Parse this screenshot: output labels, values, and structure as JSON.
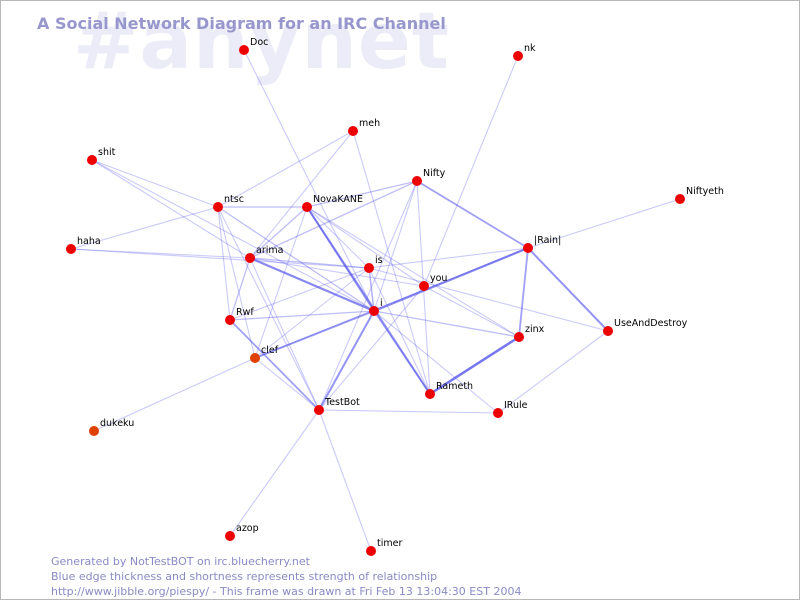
{
  "watermark": "#anynet",
  "title": "A Social Network Diagram for an IRC Channel",
  "footer": {
    "line1": "Generated by NotTestBOT on irc.bluecherry.net",
    "line2": "Blue edge thickness and shortness represents strength of relationship",
    "line3": "http://www.jibble.org/piespy/ - This frame was drawn at Fri Feb 13 13:04:30 EST 2004"
  },
  "colors": {
    "node": "#ee0000",
    "node_faded": "#e04000",
    "edge": "#5555ee",
    "title": "#9797cd",
    "watermark": "#ececf8"
  },
  "nodes": [
    {
      "id": "Doc",
      "label": "Doc"
    },
    {
      "id": "nk",
      "label": "nk"
    },
    {
      "id": "meh",
      "label": "meh"
    },
    {
      "id": "shit",
      "label": "shit"
    },
    {
      "id": "Nifty",
      "label": "Nifty"
    },
    {
      "id": "Niftyeth",
      "label": "Niftyeth"
    },
    {
      "id": "ntsc",
      "label": "ntsc"
    },
    {
      "id": "NovaKANE",
      "label": "NovaKANE"
    },
    {
      "id": "Rain",
      "label": "|Rain|"
    },
    {
      "id": "haha",
      "label": "haha"
    },
    {
      "id": "arima",
      "label": "arima"
    },
    {
      "id": "is",
      "label": "is"
    },
    {
      "id": "you",
      "label": "you"
    },
    {
      "id": "i",
      "label": "i"
    },
    {
      "id": "Rwf",
      "label": "Rwf"
    },
    {
      "id": "UseAndDestroy",
      "label": "UseAndDestroy"
    },
    {
      "id": "zinx",
      "label": "zinx"
    },
    {
      "id": "clef",
      "label": "clef"
    },
    {
      "id": "Rameth",
      "label": "Rameth"
    },
    {
      "id": "TestBot",
      "label": "TestBot"
    },
    {
      "id": "IRule",
      "label": "IRule"
    },
    {
      "id": "dukeku",
      "label": "dukeku"
    },
    {
      "id": "azop",
      "label": "azop"
    },
    {
      "id": "timer",
      "label": "timer"
    }
  ],
  "edges": [
    {
      "a": "Doc",
      "b": "i",
      "w": 1.1
    },
    {
      "a": "nk",
      "b": "you",
      "w": 1.1
    },
    {
      "a": "meh",
      "b": "ntsc",
      "w": 1.1
    },
    {
      "a": "meh",
      "b": "arima",
      "w": 1.1
    },
    {
      "a": "meh",
      "b": "Rameth",
      "w": 1.1
    },
    {
      "a": "shit",
      "b": "ntsc",
      "w": 1.1
    },
    {
      "a": "shit",
      "b": "arima",
      "w": 1.1
    },
    {
      "a": "shit",
      "b": "i",
      "w": 1.1
    },
    {
      "a": "haha",
      "b": "ntsc",
      "w": 1.1
    },
    {
      "a": "haha",
      "b": "is",
      "w": 1.1
    },
    {
      "a": "ntsc",
      "b": "NovaKANE",
      "w": 1.3
    },
    {
      "a": "ntsc",
      "b": "i",
      "w": 1.3
    },
    {
      "a": "ntsc",
      "b": "Rwf",
      "w": 1.1
    },
    {
      "a": "ntsc",
      "b": "TestBot",
      "w": 1.1
    },
    {
      "a": "ntsc",
      "b": "clef",
      "w": 1.1
    },
    {
      "a": "NovaKANE",
      "b": "Nifty",
      "w": 1.3
    },
    {
      "a": "NovaKANE",
      "b": "arima",
      "w": 1.3
    },
    {
      "a": "NovaKANE",
      "b": "is",
      "w": 1.1
    },
    {
      "a": "NovaKANE",
      "b": "i",
      "w": 1.8
    },
    {
      "a": "NovaKANE",
      "b": "Rameth",
      "w": 2.0
    },
    {
      "a": "NovaKANE",
      "b": "clef",
      "w": 1.1
    },
    {
      "a": "NovaKANE",
      "b": "zinx",
      "w": 1.1
    },
    {
      "a": "NovaKANE",
      "b": "you",
      "w": 1.1
    },
    {
      "a": "Nifty",
      "b": "Rain",
      "w": 1.8
    },
    {
      "a": "Nifty",
      "b": "arima",
      "w": 1.3
    },
    {
      "a": "Nifty",
      "b": "TestBot",
      "w": 1.1
    },
    {
      "a": "Nifty",
      "b": "Rameth",
      "w": 1.1
    },
    {
      "a": "Nifty",
      "b": "i",
      "w": 1.1
    },
    {
      "a": "Niftyeth",
      "b": "Rain",
      "w": 1.1
    },
    {
      "a": "Rain",
      "b": "i",
      "w": 2.2
    },
    {
      "a": "Rain",
      "b": "is",
      "w": 1.1
    },
    {
      "a": "Rain",
      "b": "zinx",
      "w": 1.8
    },
    {
      "a": "Rain",
      "b": "UseAndDestroy",
      "w": 2.0
    },
    {
      "a": "Rain",
      "b": "clef",
      "w": 1.3
    },
    {
      "a": "arima",
      "b": "is",
      "w": 1.3
    },
    {
      "a": "arima",
      "b": "i",
      "w": 2.2
    },
    {
      "a": "arima",
      "b": "Rwf",
      "w": 1.3
    },
    {
      "a": "arima",
      "b": "you",
      "w": 1.1
    },
    {
      "a": "arima",
      "b": "haha",
      "w": 1.1
    },
    {
      "a": "arima",
      "b": "TestBot",
      "w": 1.1
    },
    {
      "a": "is",
      "b": "i",
      "w": 1.5
    },
    {
      "a": "is",
      "b": "UseAndDestroy",
      "w": 1.1
    },
    {
      "a": "is",
      "b": "clef",
      "w": 1.1
    },
    {
      "a": "is",
      "b": "Rwf",
      "w": 1.1
    },
    {
      "a": "is",
      "b": "Rameth",
      "w": 1.1
    },
    {
      "a": "you",
      "b": "zinx",
      "w": 1.1
    },
    {
      "a": "you",
      "b": "TestBot",
      "w": 1.1
    },
    {
      "a": "i",
      "b": "Rwf",
      "w": 1.3
    },
    {
      "a": "i",
      "b": "clef",
      "w": 1.8
    },
    {
      "a": "i",
      "b": "Rameth",
      "w": 1.6
    },
    {
      "a": "i",
      "b": "TestBot",
      "w": 2.0
    },
    {
      "a": "i",
      "b": "zinx",
      "w": 1.3
    },
    {
      "a": "i",
      "b": "IRule",
      "w": 1.1
    },
    {
      "a": "Rwf",
      "b": "TestBot",
      "w": 1.8
    },
    {
      "a": "zinx",
      "b": "Rameth",
      "w": 2.5
    },
    {
      "a": "UseAndDestroy",
      "b": "IRule",
      "w": 1.1
    },
    {
      "a": "TestBot",
      "b": "IRule",
      "w": 1.1
    },
    {
      "a": "TestBot",
      "b": "azop",
      "w": 1.1
    },
    {
      "a": "TestBot",
      "b": "timer",
      "w": 1.1
    },
    {
      "a": "TestBot",
      "b": "clef",
      "w": 1.1
    },
    {
      "a": "clef",
      "b": "dukeku",
      "w": 1.1
    }
  ]
}
